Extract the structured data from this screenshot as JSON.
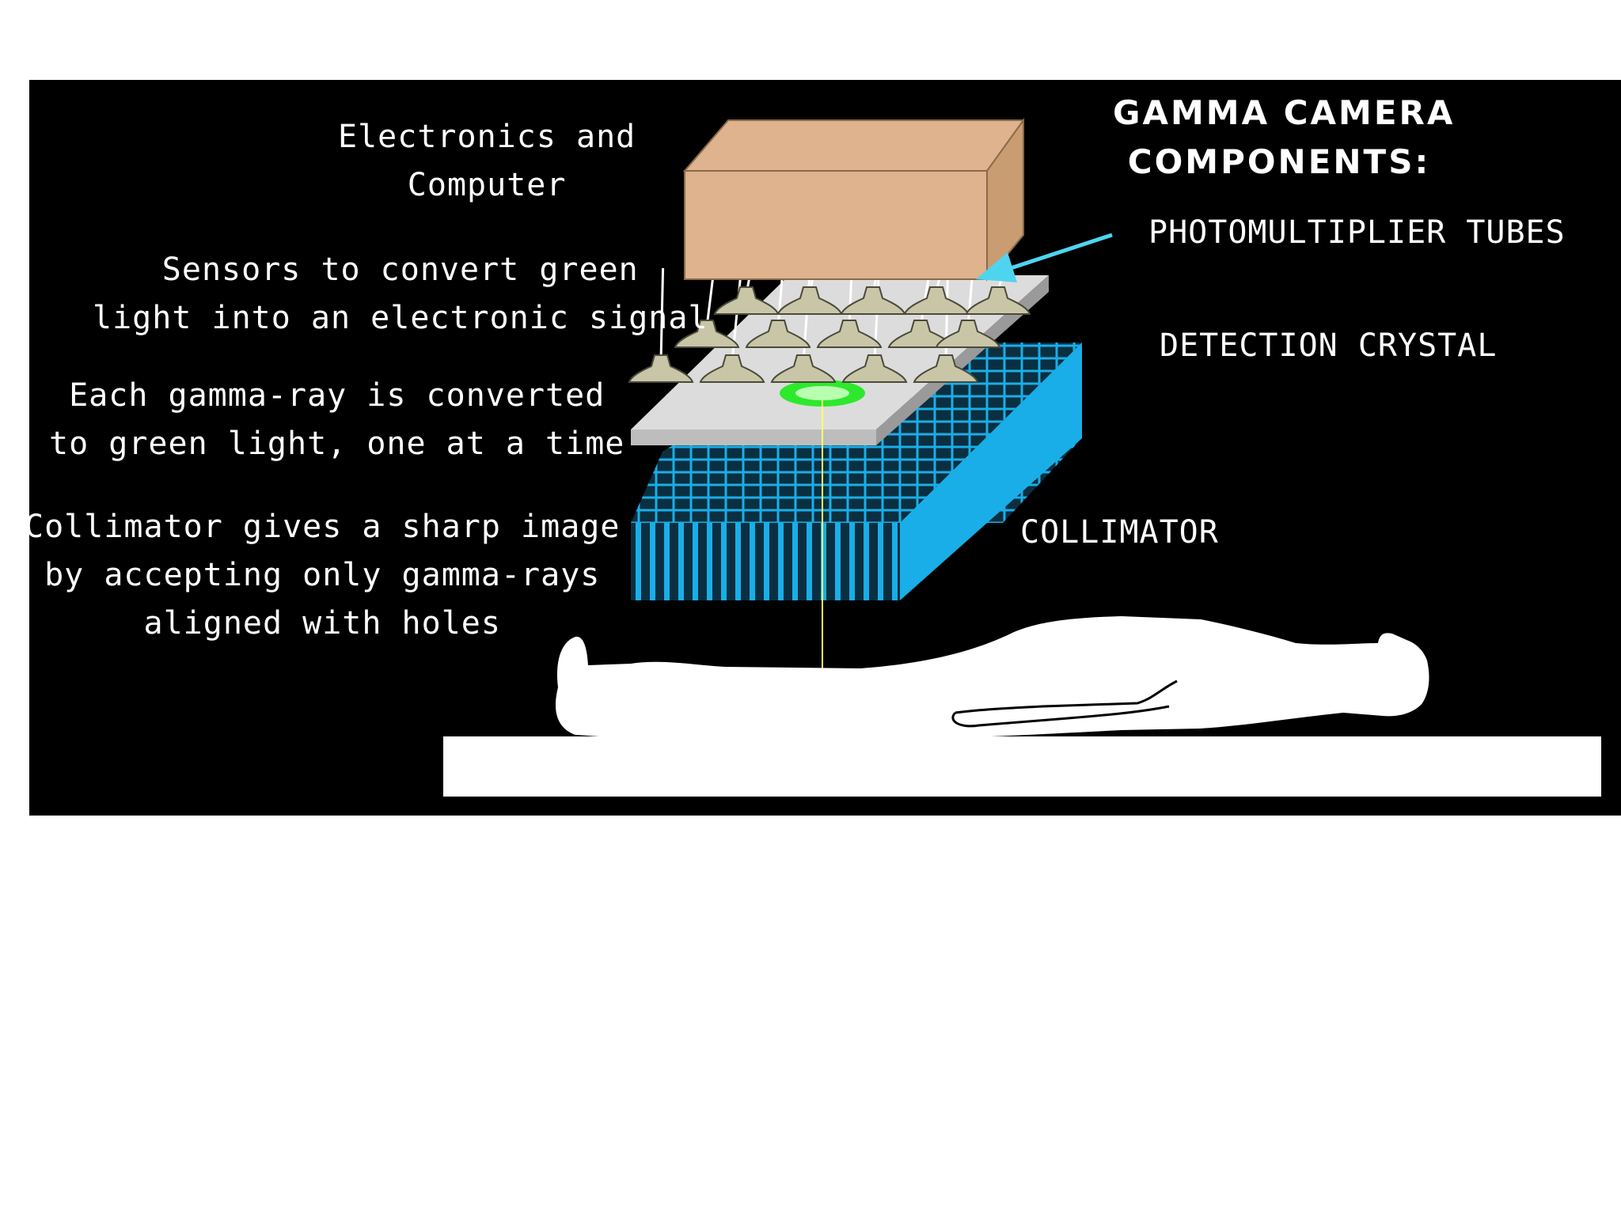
{
  "title": {
    "line1": "GAMMA CAMERA",
    "line2": "COMPONENTS:"
  },
  "labels": {
    "electronics": {
      "line1": "Electronics and",
      "line2": "Computer"
    },
    "sensors": {
      "line1": "Sensors to convert green",
      "line2": "light into an electronic signal"
    },
    "gamma_ray": {
      "line1": "Each gamma-ray is converted",
      "line2": "to green light, one at a time"
    },
    "collimator_desc": {
      "line1": "Collimator gives a sharp image",
      "line2": "by accepting only gamma-rays",
      "line3": "aligned with holes"
    },
    "photomultiplier": "PHOTOMULTIPLIER TUBES",
    "detection_crystal": "DETECTION CRYSTAL",
    "collimator": "COLLIMATOR"
  },
  "colors": {
    "background": "#000000",
    "electronics_box": "#deb38d",
    "pmt": "#c9c6a8",
    "crystal": "#dcdcdc",
    "scintillation": "#2ee82e",
    "collimator": "#19aee8",
    "arrow": "#4fd4f0",
    "gamma_ray": "#ffff66",
    "patient": "#ffffff",
    "table": "#ffffff"
  }
}
